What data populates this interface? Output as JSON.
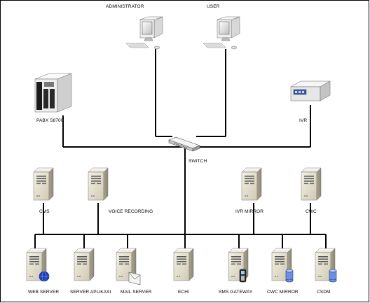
{
  "nodes": {
    "administrator": "ADMINISTRATOR",
    "user": "USER",
    "pabx": "PABX S8700",
    "ivr": "IVR",
    "switch": "SWITCH",
    "cms": "CMS",
    "voice_recording": "VOICE RECORDING",
    "ivr_mirror": "IVR MIRROR",
    "cwc": "CWC",
    "web_server": "WEB SERVER",
    "server_aplikasi": "SERVER APLIKASI",
    "mail_server": "MAIL SERVER",
    "echi": "ECHI",
    "sms_gateway": "SMS GATEWAY",
    "cwc_mirror": "CWC MIRROR",
    "csdm": "CSDM"
  }
}
